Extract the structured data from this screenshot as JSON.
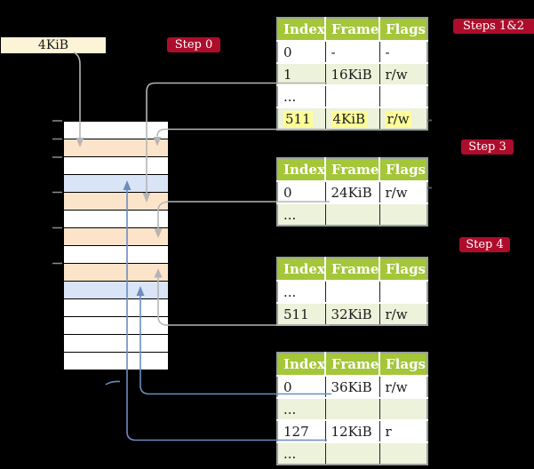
{
  "diagram": {
    "frame_size_label": "4KiB",
    "badges": {
      "step0": "Step 0",
      "steps12": "Steps 1&2",
      "step3": "Step 3",
      "step4": "Step 4"
    },
    "memory_column": {
      "rows": [
        "white",
        "peach",
        "white",
        "blue",
        "peach",
        "white",
        "peach",
        "white",
        "peach",
        "blue",
        "white",
        "white",
        "white",
        "white"
      ]
    },
    "tables": [
      {
        "headers": [
          "Index",
          "Frame",
          "Flags"
        ],
        "rows": [
          {
            "cells": [
              "0",
              "-",
              "-"
            ]
          },
          {
            "cells": [
              "1",
              "16KiB",
              "r/w"
            ]
          },
          {
            "cells": [
              "...",
              "",
              ""
            ]
          },
          {
            "cells": [
              "511",
              "4KiB",
              "r/w"
            ],
            "highlight": true
          }
        ]
      },
      {
        "headers": [
          "Index",
          "Frame",
          "Flags"
        ],
        "rows": [
          {
            "cells": [
              "0",
              "24KiB",
              "r/w"
            ]
          },
          {
            "cells": [
              "...",
              "",
              ""
            ]
          }
        ]
      },
      {
        "headers": [
          "Index",
          "Frame",
          "Flags"
        ],
        "rows": [
          {
            "cells": [
              "...",
              "",
              ""
            ]
          },
          {
            "cells": [
              "511",
              "32KiB",
              "r/w"
            ]
          }
        ]
      },
      {
        "headers": [
          "Index",
          "Frame",
          "Flags"
        ],
        "rows": [
          {
            "cells": [
              "0",
              "36KiB",
              "r/w"
            ]
          },
          {
            "cells": [
              "...",
              "",
              ""
            ]
          },
          {
            "cells": [
              "127",
              "12KiB",
              "r"
            ]
          },
          {
            "cells": [
              "...",
              "",
              ""
            ]
          }
        ]
      }
    ],
    "colors": {
      "background": "#000000",
      "badge_red": "#ad0d2b",
      "table_header_green": "#a4c639",
      "table_row_green": "#edf2da",
      "highlight_yellow": "#ffff99",
      "memory_peach": "#fce4ca",
      "memory_blue": "#d9e5f6",
      "label_cream": "#fdf3d6",
      "connector_gray": "#b5b5b5",
      "connector_blue": "#6d8cbf"
    }
  }
}
